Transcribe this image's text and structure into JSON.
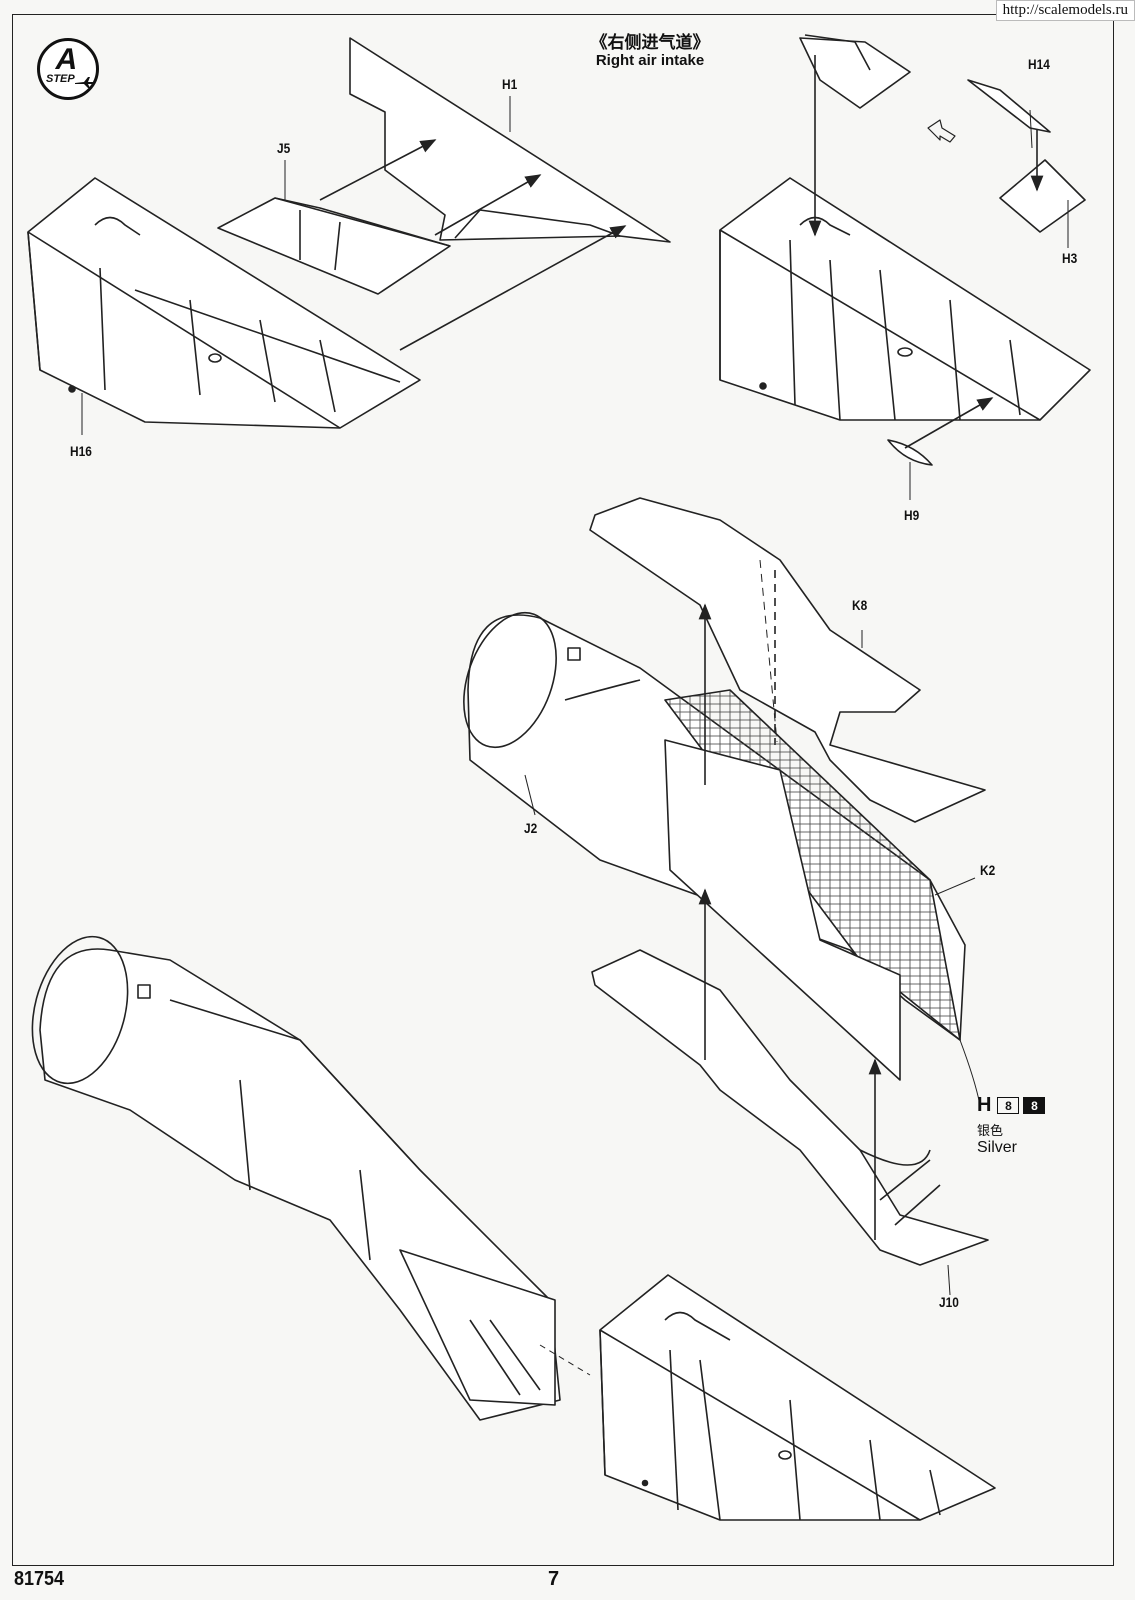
{
  "watermark": "http://scalemodels.ru",
  "header": {
    "title_cn": "《右侧进气道》",
    "title_en": "Right air intake"
  },
  "step": {
    "label": "STEP",
    "number": "A",
    "icon": "aircraft-icon"
  },
  "parts": {
    "h1": "H1",
    "j5": "J5",
    "h16": "H16",
    "h14": "H14",
    "h3": "H3",
    "h9": "H9",
    "k8": "K8",
    "j2": "J2",
    "k2": "K2",
    "j10": "J10"
  },
  "color_callout": {
    "letter": "H",
    "code_light": "8",
    "code_dark": "8",
    "name_cn": "银色",
    "name_en": "Silver"
  },
  "footer": {
    "kit_number": "81754",
    "page_number": "7"
  }
}
